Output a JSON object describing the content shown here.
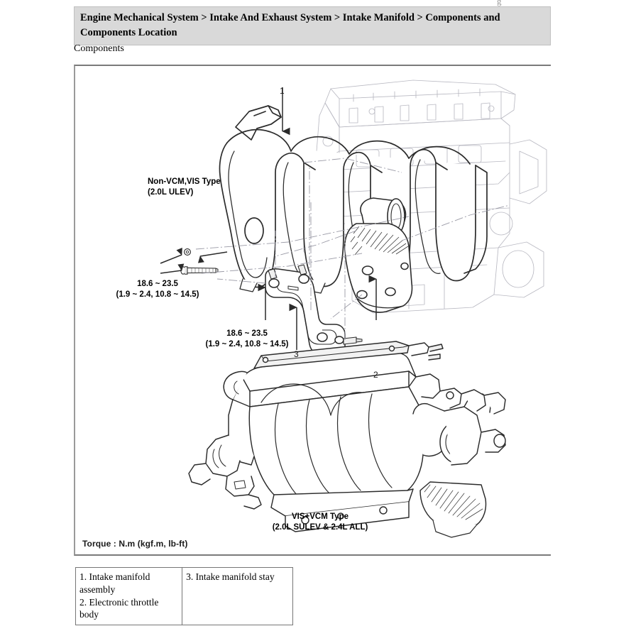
{
  "page": {
    "top_clipped_text": "g",
    "breadcrumb": "Engine Mechanical System > Intake And Exhaust System > Intake Manifold > Components and Components Location",
    "section_label": "Components"
  },
  "figure": {
    "torque_note": "Torque : N.m (kgf.m, lb-ft)",
    "upper_variant": {
      "line1": "Non-VCM,VIS Type",
      "line2": "(2.0L ULEV)"
    },
    "lower_variant": {
      "line1": "VIS+VCM Type",
      "line2": "(2.0L SULEV & 2.4L ALL)"
    },
    "torque_specs": [
      {
        "id": "manifold-bolt-torque",
        "line1": "18.6 ~ 23.5",
        "line2": "(1.9 ~ 2.4, 10.8 ~ 14.5)"
      },
      {
        "id": "stay-bolt-torque",
        "line1": "18.6 ~ 23.5",
        "line2": "(1.9 ~ 2.4, 10.8 ~ 14.5)"
      }
    ],
    "callouts": [
      {
        "number": "1",
        "target": "intake-manifold-assembly"
      },
      {
        "number": "2",
        "target": "electronic-throttle-body"
      },
      {
        "number": "3",
        "target": "intake-manifold-stay"
      }
    ]
  },
  "legend": {
    "column1": [
      "1. Intake manifold assembly",
      "2. Electronic throttle body"
    ],
    "column2": [
      "3. Intake manifold stay"
    ]
  },
  "colors": {
    "header_bg": "#d9d9d9",
    "frame_border": "#7a7a7a",
    "line_dark": "#1a1a1a",
    "line_light": "#b9b9c2",
    "text": "#000000"
  }
}
